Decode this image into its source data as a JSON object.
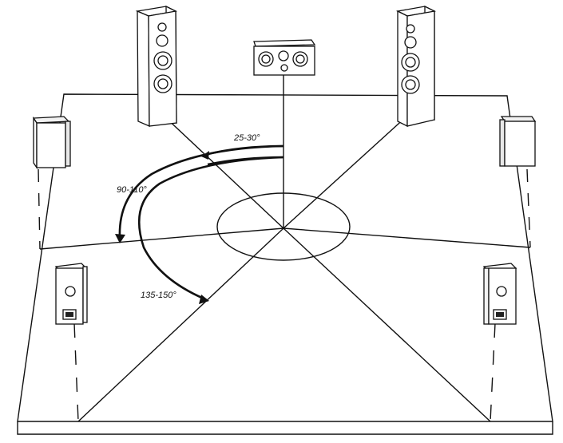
{
  "diagram": {
    "angle_labels": {
      "front": "25-30°",
      "side": "90-110°",
      "rear": "135-150°"
    },
    "speakers": {
      "front_left": "floor-standing tower speaker",
      "front_right": "floor-standing tower speaker",
      "center": "center channel speaker",
      "side_left": "bookshelf surround speaker",
      "side_right": "bookshelf surround speaker",
      "rear_left": "rear surround speaker",
      "rear_right": "rear surround speaker"
    },
    "colors": {
      "line": "#111111",
      "speaker_front": "#ffffff",
      "speaker_side": "#f2f2f2"
    }
  }
}
